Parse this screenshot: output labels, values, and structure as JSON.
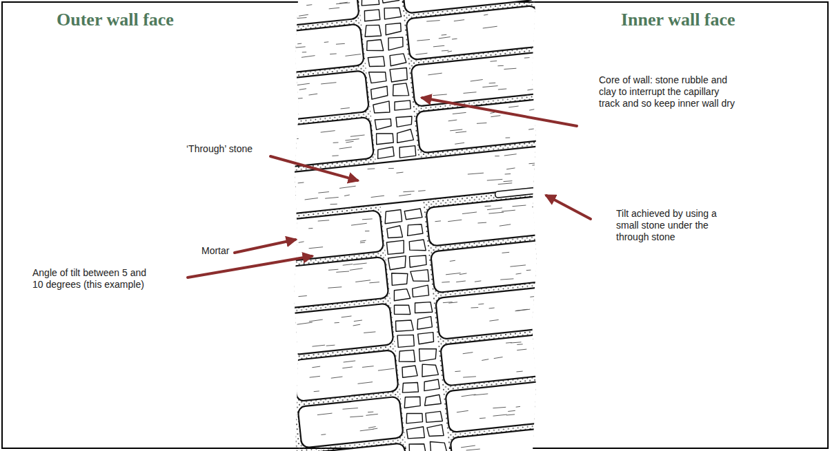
{
  "diagram": {
    "labels": [
      "Outer wall face",
      "Inner wall face",
      "Core of wall: stone rubble and clay to interrupt the capillary track and so keep inner wall dry",
      "‘Through’ stone",
      "Mortar",
      "Tilt achieved by using a small stone under the through stone",
      "Angle of tilt between 5 and 10 degrees (this example)"
    ]
  }
}
